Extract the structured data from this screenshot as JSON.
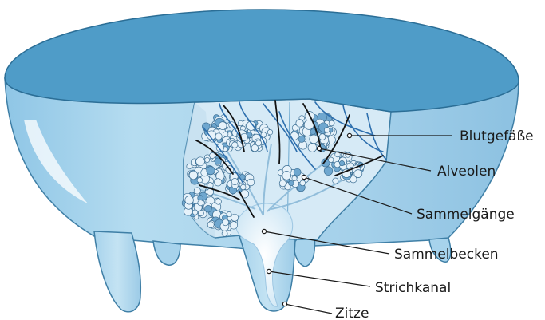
{
  "labels": {
    "blutgefaesse": "Blutgefäße",
    "alveolen": "Alveolen",
    "sammelgaenge": "Sammelgänge",
    "sammelbecken": "Sammelbecken",
    "strichkanal": "Strichkanal",
    "zitze": "Zitze"
  },
  "colors": {
    "udder_top": "#4f9cc8",
    "udder_body": "#a9d3ea",
    "udder_shade": "#8cc3e2",
    "cutaway_bg": "#d8ecf7",
    "vessel": "#2d6fae",
    "duct": "#9fc9e3",
    "nerve": "#111111"
  }
}
